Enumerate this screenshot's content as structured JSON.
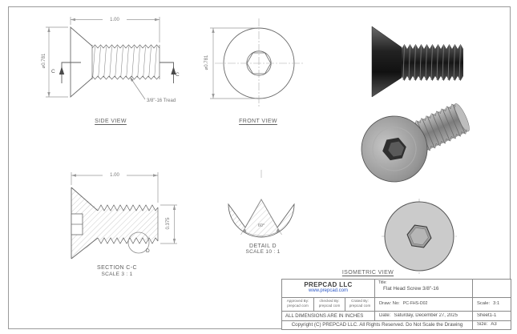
{
  "views": {
    "side": {
      "label": "SIDE VIEW",
      "dim_length": "1.00",
      "dim_diameter": "⌀0.781",
      "section_letter": "C",
      "thread_note": "3/8\"-16 Tread"
    },
    "front": {
      "label": "FRONT VIEW",
      "dim_diameter": "⌀0.781"
    },
    "section": {
      "label": "SECTION C-C",
      "scale_note": "SCALE 3 : 1",
      "dim_length": "1.00",
      "dim_height": "0.375",
      "detail_letter": "D"
    },
    "detail": {
      "label": "DETAIL D",
      "scale_note": "SCALE 10 : 1",
      "angle": "60°"
    },
    "isometric": {
      "label": "ISOMETRIC VIEW"
    }
  },
  "title_block": {
    "company": "PREPCAD LLC",
    "website": "www.prepcad.com",
    "title_label": "Title:",
    "title": "Flat Head Screw 3/8\"-16",
    "approved_by_label": "Approved By:",
    "approved_by": "prepcad com",
    "checked_by_label": "checked By:",
    "checked_by": "prepcad com",
    "created_by_label": "Crated By:",
    "created_by": "prepcad com",
    "drawing_no_label": "Draw: No:",
    "drawing_no": "PC-FHS-D02",
    "scale_label": "Scale:",
    "scale": "3:1",
    "dimensions_note": "ALL DIMENSIONS ARE IN INCHES",
    "date_label": "Date:",
    "date": "Saturday, December 27, 2025",
    "sheet_no": "Sheet1-1",
    "copyright": "Copyright (C)  PREPCAD LLC. All Rights Reserved. Do Not Scale the Drawing",
    "size_label": "Size:",
    "size": "A3"
  },
  "colors": {
    "line": "#666666",
    "dimension": "#999999",
    "link_blue": "#2a56c6",
    "screw_dark": "#2e2e2e",
    "screw_gray": "#9a9a9a",
    "disc_gray": "#cbcbcb"
  }
}
